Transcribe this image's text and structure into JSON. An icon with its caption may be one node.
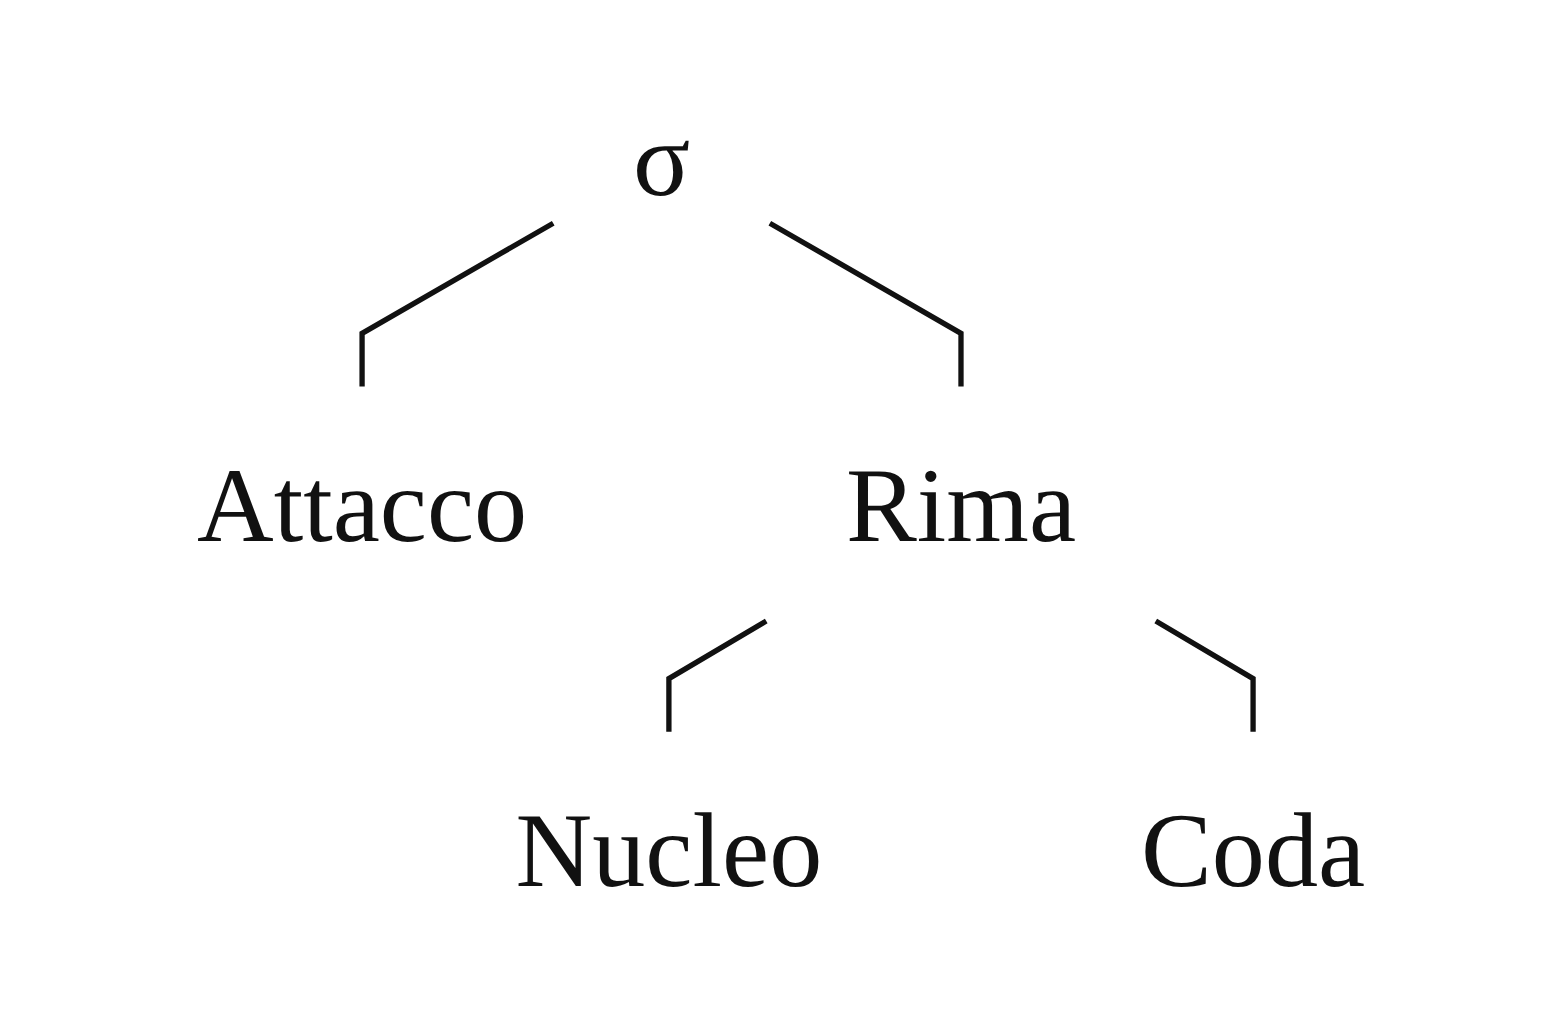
{
  "diagram": {
    "nodes": [
      {
        "text": [
          "σ"
        ]
      },
      {
        "text": [
          "Attacco"
        ]
      },
      {
        "text": [
          "Rima"
        ]
      },
      {
        "text": [
          "Nucleo"
        ]
      },
      {
        "text": [
          "Coda"
        ]
      }
    ],
    "edges": [
      {
        "from": 0,
        "to": 1,
        "arrow": "none"
      },
      {
        "from": 0,
        "to": 2,
        "arrow": "none"
      },
      {
        "from": 2,
        "to": 3,
        "arrow": "none"
      },
      {
        "from": 2,
        "to": 4,
        "arrow": "none"
      }
    ]
  }
}
